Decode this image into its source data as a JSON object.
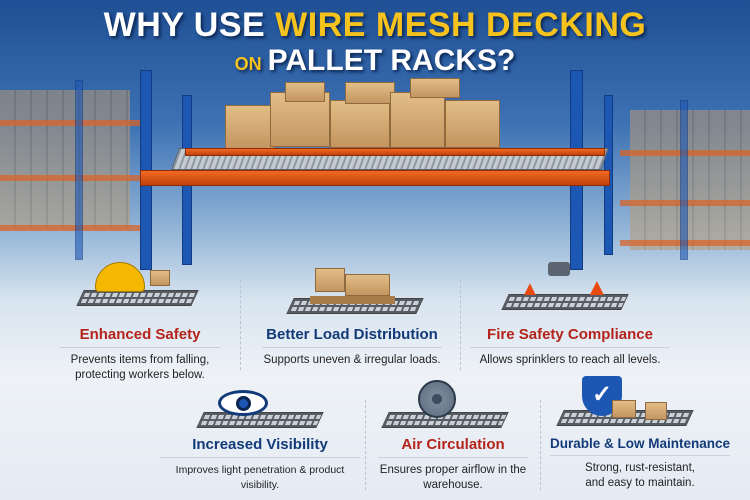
{
  "title": {
    "line1_prefix": "WHY USE ",
    "line1_highlight": "WIRE MESH DECKING",
    "line2_small": "ON",
    "line2": "PALLET RACKS?"
  },
  "features": [
    {
      "title": "Enhanced Safety",
      "description": "Prevents items from falling, protecting workers below.",
      "icon": "hard-hat-icon",
      "color": "#b5231a"
    },
    {
      "title": "Better Load Distribution",
      "description": "Supports uneven & irregular loads.",
      "icon": "pallet-boxes-icon",
      "color": "#133a78"
    },
    {
      "title": "Fire Safety Compliance",
      "description": "Allows sprinklers to reach all levels.",
      "icon": "sprinkler-fire-icon",
      "color": "#b5231a"
    },
    {
      "title": "Increased Visibility",
      "description": "Improves light penetration & product visibility.",
      "icon": "eye-icon",
      "color": "#133a78"
    },
    {
      "title": "Air Circulation",
      "description": "Ensures proper airflow in the warehouse.",
      "icon": "fan-icon",
      "color": "#b5231a"
    },
    {
      "title": "Durable & Low Maintenance",
      "description": "Strong, rust-resistant, and easy to maintain.",
      "icon": "shield-check-icon",
      "color": "#133a78"
    }
  ],
  "colors": {
    "accent": "#f6c21c",
    "rack_blue": "#1d57b4",
    "beam_orange": "#f26a22"
  }
}
